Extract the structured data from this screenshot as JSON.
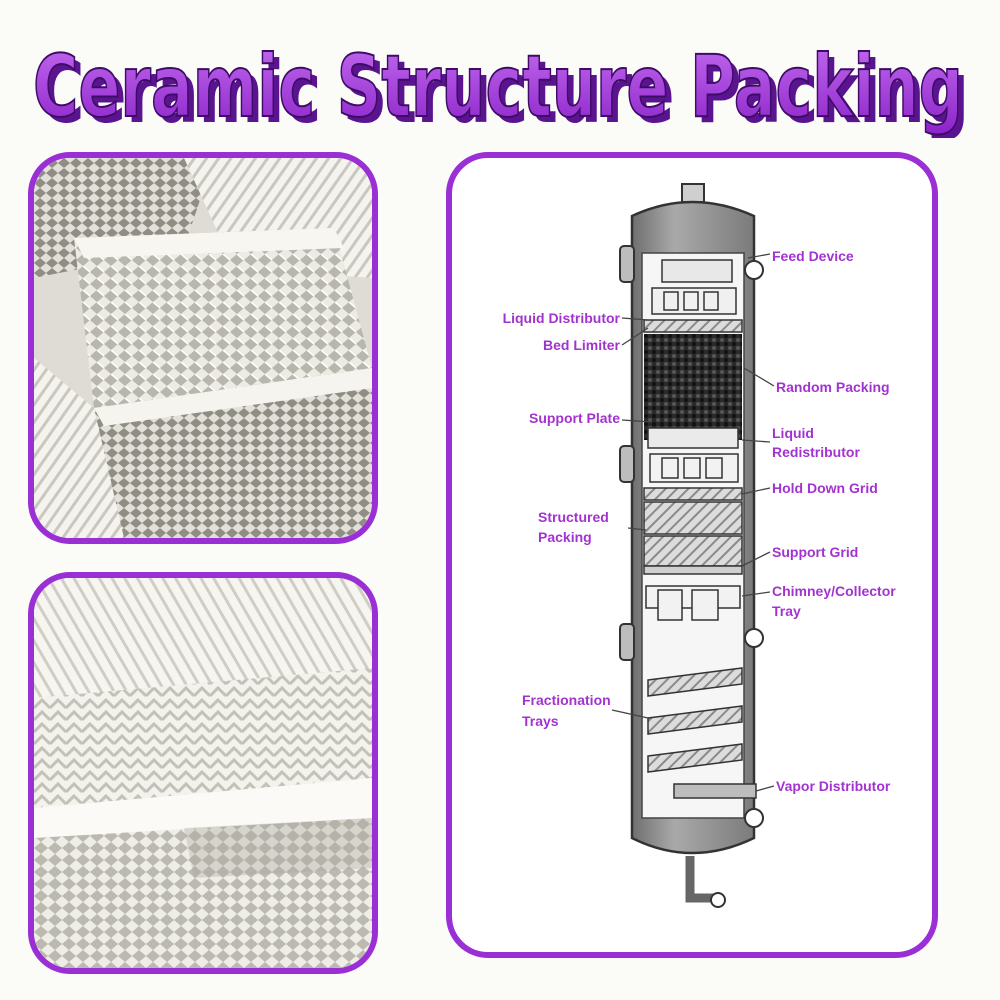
{
  "title": "Ceramic Structure Packing",
  "colors": {
    "accent": "#9a2fd6",
    "title_fill": "#a63be0",
    "label": "#a233cf",
    "column": "#8e8e8e"
  },
  "photos": [
    {
      "icon": "ceramic-packing-photo-icon"
    },
    {
      "icon": "ceramic-packing-closeup-photo-icon"
    }
  ],
  "diagram": {
    "labels": {
      "feed_device": "Feed Device",
      "liquid_distributor": "Liquid Distributor",
      "bed_limiter": "Bed Limiter",
      "random_packing": "Random Packing",
      "support_plate": "Support Plate",
      "liquid_redistributor_1": "Liquid",
      "liquid_redistributor_2": "Redistributor",
      "hold_down_grid": "Hold Down Grid",
      "structured_packing_1": "Structured",
      "structured_packing_2": "Packing",
      "support_grid": "Support Grid",
      "chimney_tray_1": "Chimney/Collector",
      "chimney_tray_2": "Tray",
      "fractionation_trays_1": "Fractionation",
      "fractionation_trays_2": "Trays",
      "vapor_distributor": "Vapor Distributor"
    }
  }
}
